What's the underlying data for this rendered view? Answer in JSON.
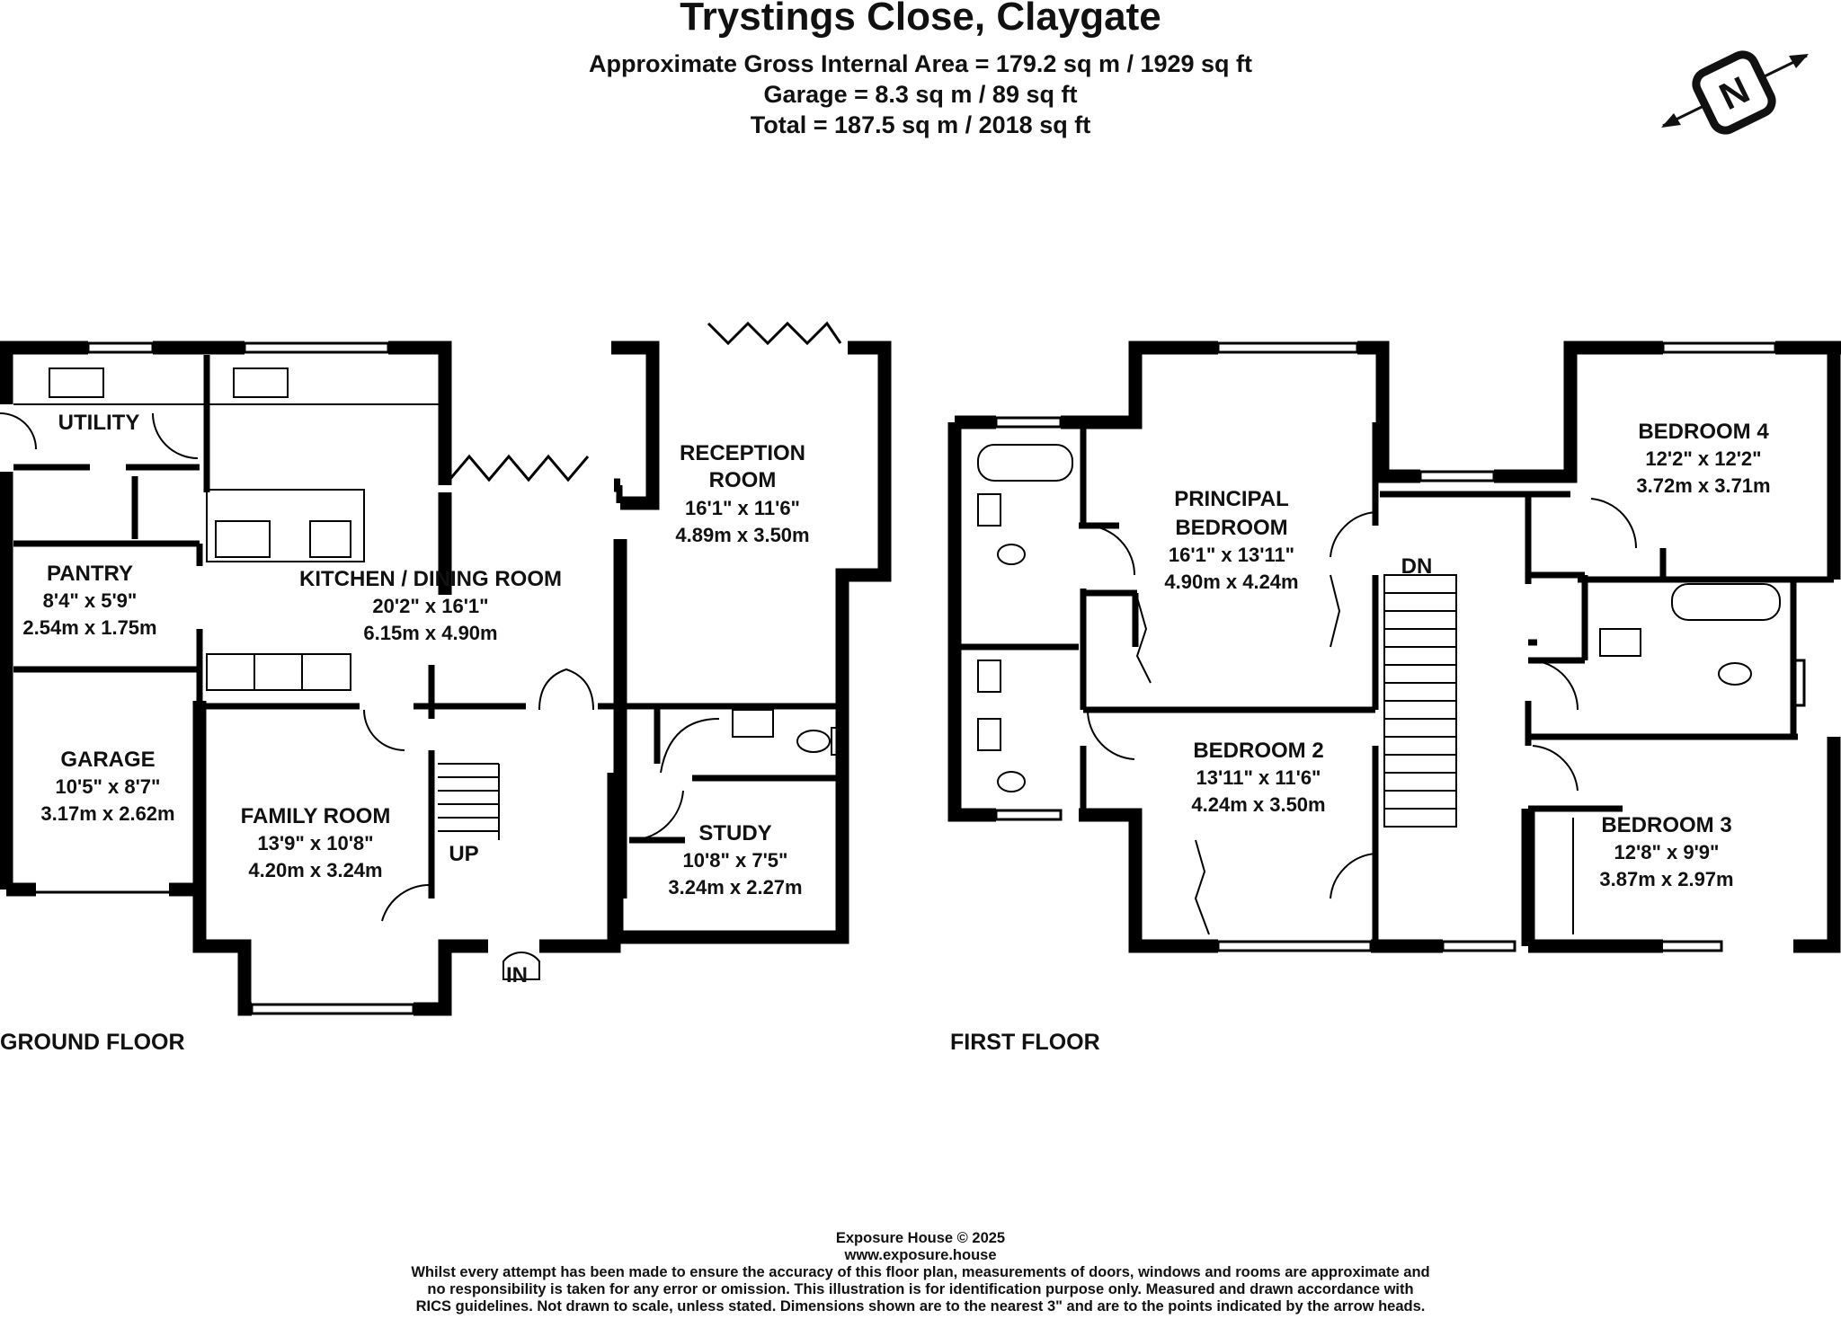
{
  "header": {
    "title": "Trystings Close, Claygate",
    "gross_area": "Approximate Gross Internal Area = 179.2 sq m / 1929 sq ft",
    "garage_area": "Garage = 8.3 sq m / 89 sq ft",
    "total_area": "Total = 187.5 sq m / 2018 sq ft"
  },
  "compass": {
    "letter": "N",
    "icon": "north-compass-icon"
  },
  "ground_floor": {
    "label": "GROUND FLOOR",
    "rooms": {
      "utility": {
        "name": "UTILITY"
      },
      "pantry": {
        "name": "PANTRY",
        "imperial": "8'4\" x 5'9\"",
        "metric": "2.54m x 1.75m"
      },
      "garage": {
        "name": "GARAGE",
        "imperial": "10'5\" x 8'7\"",
        "metric": "3.17m x 2.62m"
      },
      "kitchen": {
        "name": "KITCHEN / DINING ROOM",
        "imperial": "20'2\" x 16'1\"",
        "metric": "6.15m x 4.90m"
      },
      "reception": {
        "name_line1": "RECEPTION",
        "name_line2": "ROOM",
        "imperial": "16'1\" x 11'6\"",
        "metric": "4.89m x 3.50m"
      },
      "family": {
        "name": "FAMILY ROOM",
        "imperial": "13'9\" x 10'8\"",
        "metric": "4.20m x 3.24m"
      },
      "study": {
        "name": "STUDY",
        "imperial": "10'8\" x 7'5\"",
        "metric": "3.24m x 2.27m"
      }
    },
    "stairs_label": "UP",
    "entrance_label": "IN"
  },
  "first_floor": {
    "label": "FIRST FLOOR",
    "rooms": {
      "principal": {
        "name_line1": "PRINCIPAL",
        "name_line2": "BEDROOM",
        "imperial": "16'1\" x 13'11\"",
        "metric": "4.90m x 4.24m"
      },
      "bedroom2": {
        "name": "BEDROOM 2",
        "imperial": "13'11\" x 11'6\"",
        "metric": "4.24m x 3.50m"
      },
      "bedroom3": {
        "name": "BEDROOM 3",
        "imperial": "12'8\" x 9'9\"",
        "metric": "3.87m x 2.97m"
      },
      "bedroom4": {
        "name": "BEDROOM 4",
        "imperial": "12'2\" x 12'2\"",
        "metric": "3.72m x 3.71m"
      }
    },
    "stairs_label": "DN"
  },
  "footer": {
    "copyright": "Exposure House © 2025",
    "website": "www.exposure.house",
    "disclaimer_line1": "Whilst every attempt has been made to ensure the accuracy of this floor plan, measurements of doors, windows and rooms are approximate and",
    "disclaimer_line2": "no responsibility is taken for any error or omission. This illustration is for identification purpose only. Measured and drawn accordance with",
    "disclaimer_line3": "RICS guidelines. Not drawn to scale, unless stated. Dimensions shown are to the nearest 3\" and are to the points indicated by the arrow heads."
  }
}
